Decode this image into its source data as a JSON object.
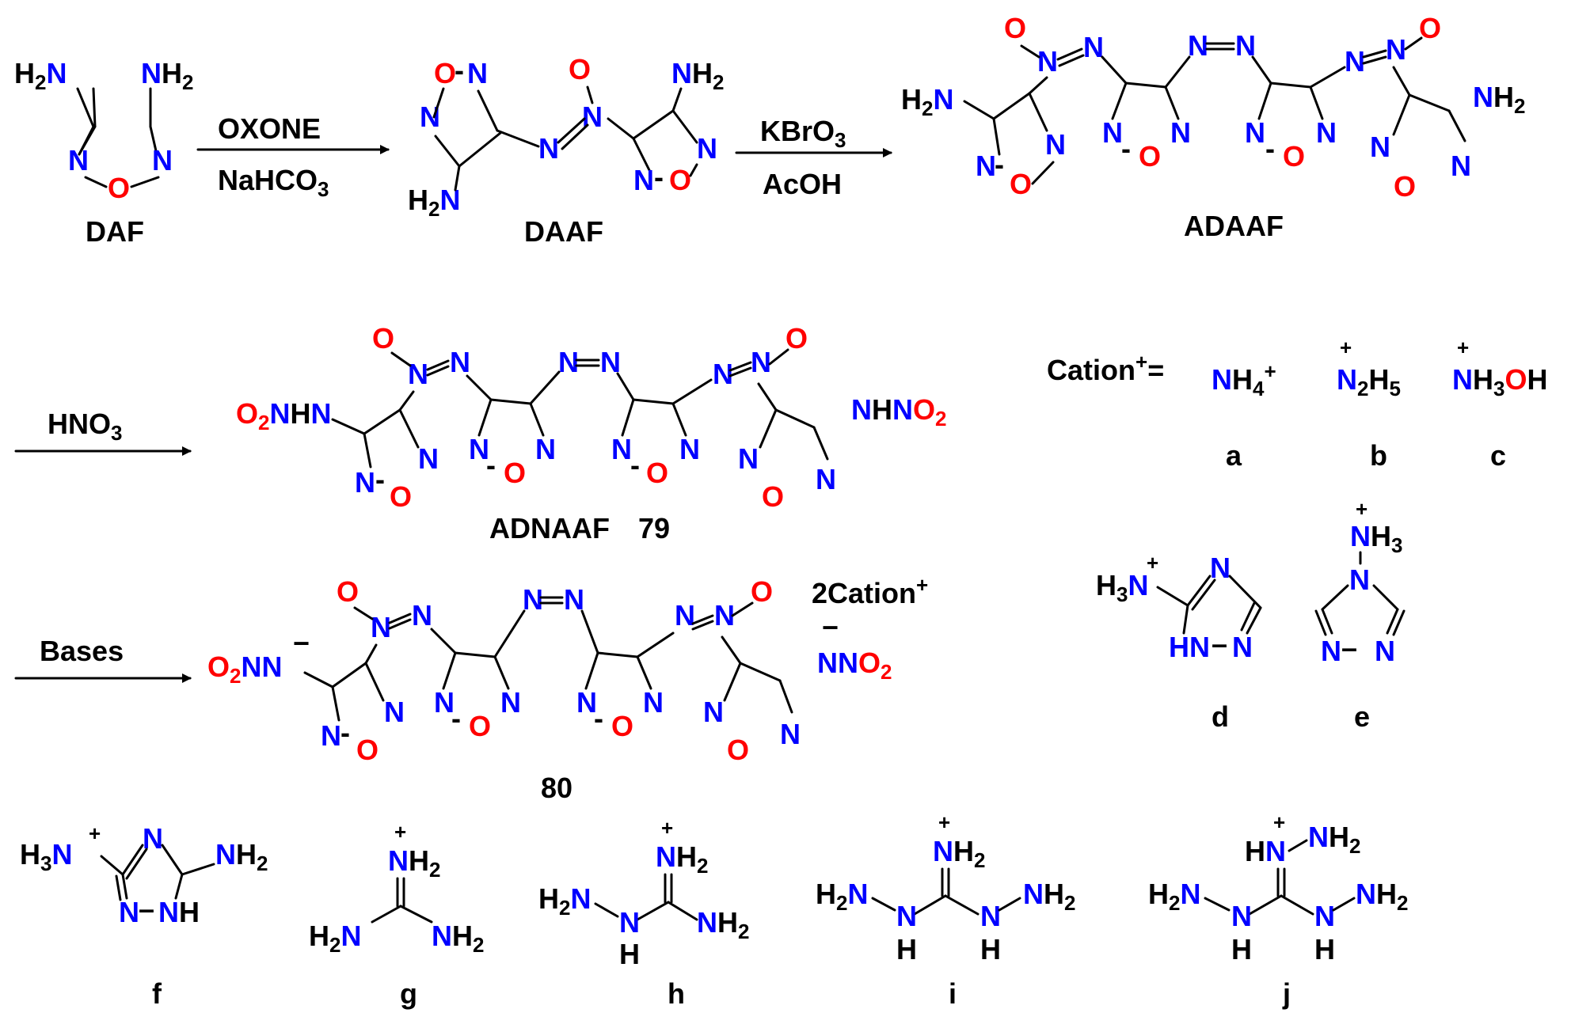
{
  "compounds": {
    "daf": "DAF",
    "daaf": "DAAF",
    "adaaf": "ADAAF",
    "adnaaf": "ADNAAF",
    "adnaaf_num": "79",
    "salt_num": "80"
  },
  "steps": {
    "step1_reagent1": "OXONE",
    "step1_reagent2_main": "NaHCO",
    "step1_reagent2_sub": "3",
    "step2_reagent1_main": "KBrO",
    "step2_reagent1_sub": "3",
    "step2_reagent2": "AcOH",
    "step3_reagent_main": "HNO",
    "step3_reagent_sub": "3",
    "step4_reagent": "Bases"
  },
  "cation_header": {
    "label": "Cation",
    "plus": "+",
    "equals": "=",
    "counter": "2Cation"
  },
  "cation_letters": [
    "a",
    "b",
    "c",
    "d",
    "e",
    "f",
    "g",
    "h",
    "i",
    "j"
  ],
  "colors": {
    "nitrogen": "#0000ff",
    "oxygen": "#ff0000",
    "carbon_bond": "#000000"
  }
}
